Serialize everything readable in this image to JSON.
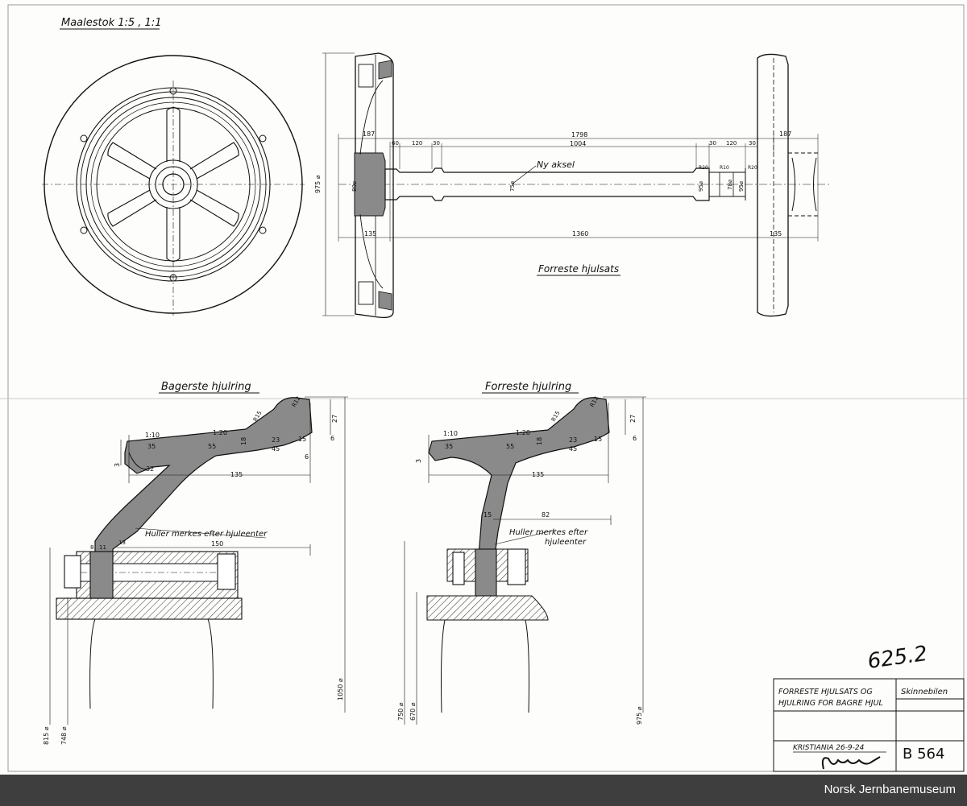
{
  "drawing": {
    "scale_note": "Maalestok 1:5 , 1:1",
    "front_wheelset_title": "Forreste hjulsats",
    "rear_ring_title": "Bagerste hjulring",
    "front_ring_title": "Forreste hjulring",
    "axle_label": "Ny aksel",
    "holes_note_rear": "Huller merkes efter hjuleenter",
    "holes_note_front_1": "Huller merkes efter",
    "holes_note_front_2": "hjuleenter",
    "sheet_number": "625.2"
  },
  "dims": {
    "axle_total": "1798",
    "axle_inner": "1004",
    "track": "1360",
    "hub_left": "187",
    "hub_right": "187",
    "seat_left": "135",
    "seat_right": "135",
    "wheel_dia": "975 ⌀",
    "d60": "60",
    "d120a": "120",
    "d30a": "30",
    "d30b": "30",
    "d120b": "120",
    "d30c": "30",
    "shaft_dia": "75⌀",
    "bore_left": "80⌀",
    "bore_right_a": "95⌀",
    "bore_right_b": "78⌀",
    "bore_right_c": "95⌀",
    "r20a": "R20",
    "r10": "R10",
    "r20b": "R20",
    "rear": {
      "taper1": "1:10",
      "taper2": "1:20",
      "d35": "35",
      "d55": "55",
      "d18": "18",
      "d23": "23",
      "d45": "45",
      "d15": "15",
      "d27": "27",
      "d6a": "6",
      "d6b": "6",
      "d3": "3",
      "d32": "32",
      "d135": "135",
      "d150": "150",
      "d8": "8",
      "d11": "11",
      "d13": "13",
      "r15": "R15",
      "r12": "R12",
      "dia1050": "1050 ⌀",
      "dia815": "815 ⌀",
      "dia748": "748 ⌀"
    },
    "front": {
      "taper1": "1:10",
      "taper2": "1:20",
      "d35": "35",
      "d55": "55",
      "d18": "18",
      "d23": "23",
      "d45": "45",
      "d15a": "15",
      "d15b": "15",
      "d27": "27",
      "d6": "6",
      "d3": "3",
      "d135": "135",
      "d82": "82",
      "r15": "R15",
      "r12": "R12",
      "dia975": "975 ⌀",
      "dia750": "750 ⌀",
      "dia670": "670 ⌀"
    }
  },
  "title_block": {
    "title_line1": "FORRESTE HJULSATS OG",
    "title_line2": "HJULRING FOR BAGRE HJUL",
    "project": "Skinnebilen",
    "place_date": "KRISTIANIA 26-9-24",
    "drawing_no": "B 564",
    "signature": "signature-mark"
  },
  "footer": {
    "credit": "Norsk Jernbanemuseum"
  }
}
